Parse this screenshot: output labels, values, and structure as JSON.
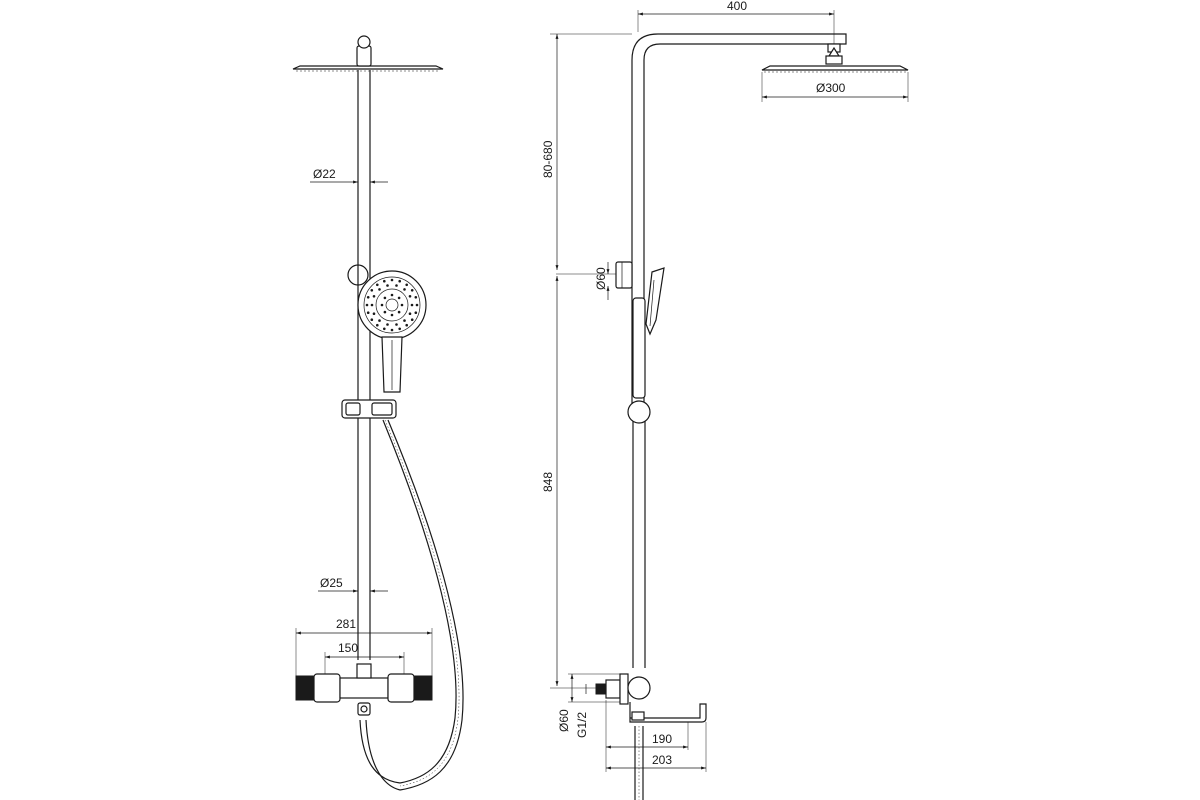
{
  "dimensions": {
    "front": {
      "rod_top_diameter": "Ø22",
      "rod_bottom_diameter": "Ø25",
      "mixer_width": "281",
      "inlet_spacing": "150"
    },
    "side": {
      "arm_length": "400",
      "head_diameter": "Ø300",
      "height_adjust": "80-680",
      "bracket_diameter": "Ø60",
      "lower_height": "848",
      "escutcheon_diameter": "Ø60",
      "inlet_thread": "G1/2",
      "spout_projection_1": "190",
      "spout_projection_2": "203"
    }
  },
  "colors": {
    "line": "#1a1a1a",
    "background": "#ffffff"
  }
}
